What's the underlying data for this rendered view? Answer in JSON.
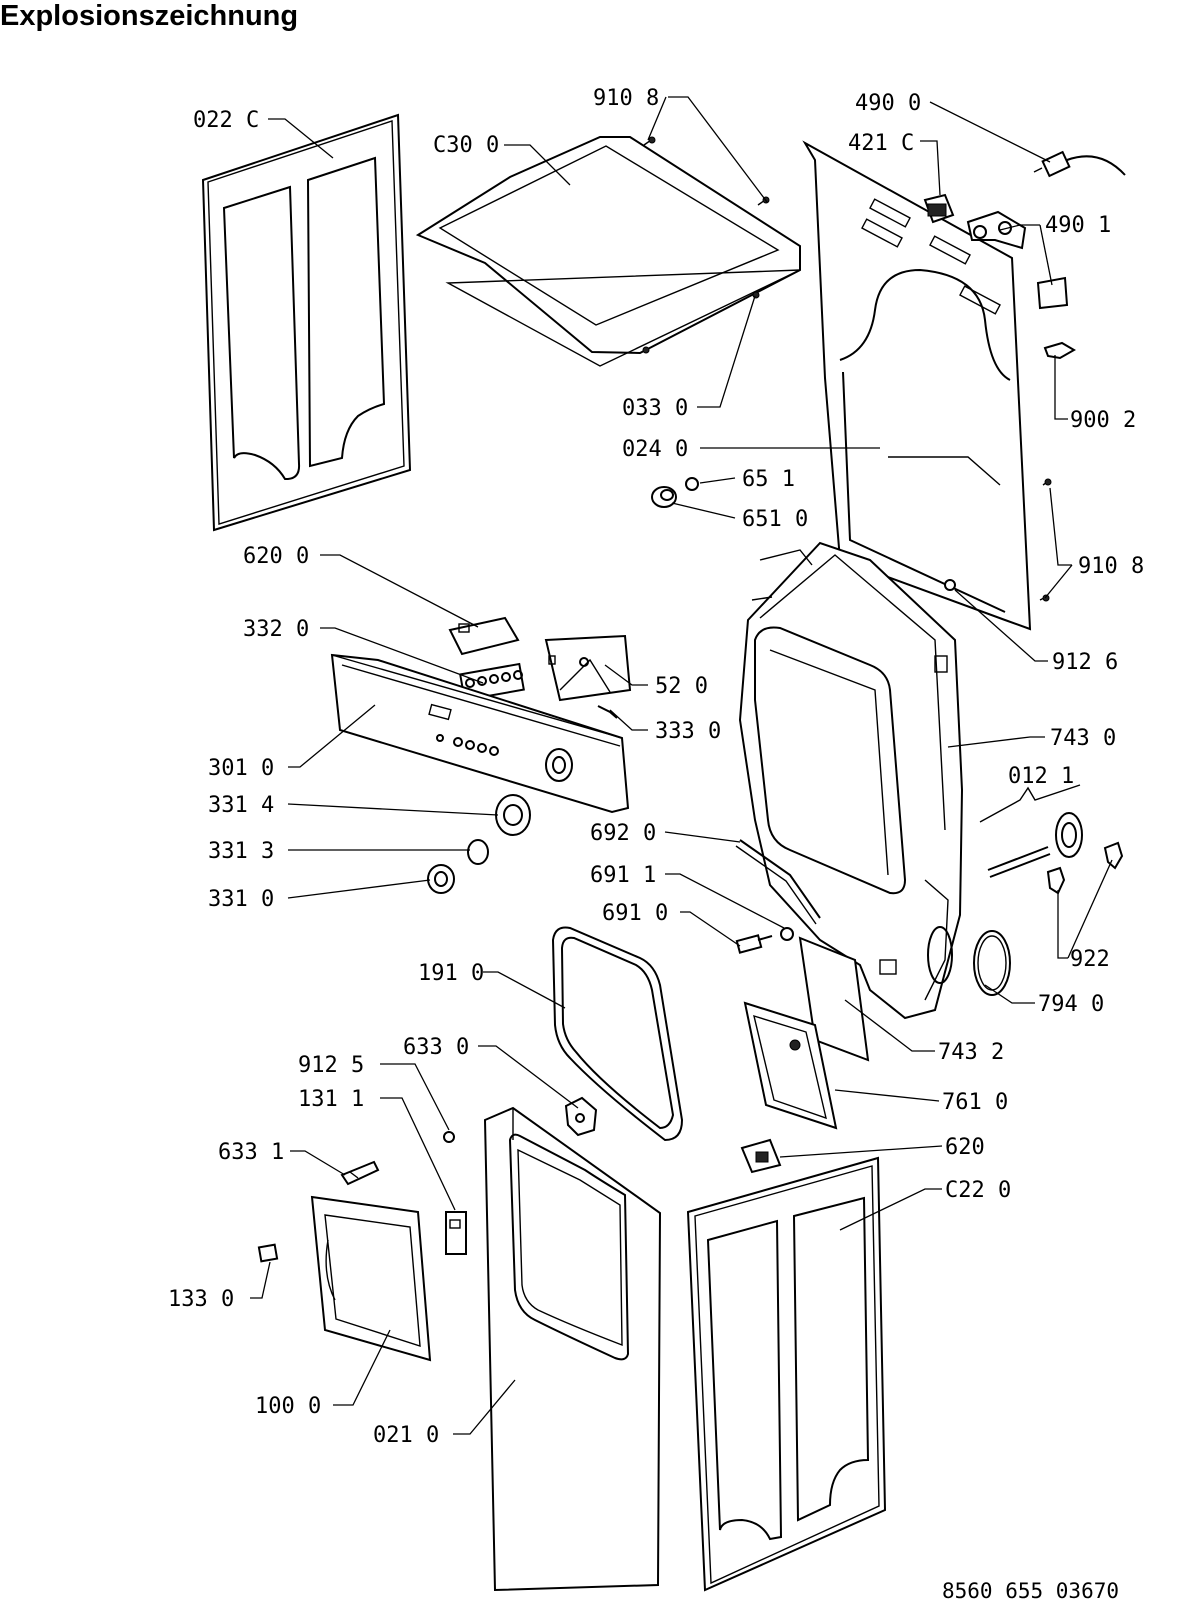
{
  "title": "Explosionszeichnung",
  "document_id": "8560 655 03670",
  "parts": [
    {
      "label": "022 C"
    },
    {
      "label": "910 8"
    },
    {
      "label": "C30 0"
    },
    {
      "label": "490 0"
    },
    {
      "label": "421 C"
    },
    {
      "label": "490 1"
    },
    {
      "label": "033 0"
    },
    {
      "label": "900 2"
    },
    {
      "label": "024 0"
    },
    {
      "label": "65 1"
    },
    {
      "label": "651 0"
    },
    {
      "label": "620 0"
    },
    {
      "label": "910 8"
    },
    {
      "label": "332 0"
    },
    {
      "label": "912 6"
    },
    {
      "label": "52 0"
    },
    {
      "label": "333 0"
    },
    {
      "label": "743 0"
    },
    {
      "label": "301 0"
    },
    {
      "label": "012 1"
    },
    {
      "label": "331 4"
    },
    {
      "label": "692 0"
    },
    {
      "label": "331 3"
    },
    {
      "label": "691 1"
    },
    {
      "label": "331 0"
    },
    {
      "label": "691 0"
    },
    {
      "label": "922"
    },
    {
      "label": "191 0"
    },
    {
      "label": "794 0"
    },
    {
      "label": "743 2"
    },
    {
      "label": "633 0"
    },
    {
      "label": "912 5"
    },
    {
      "label": "761 0"
    },
    {
      "label": "131 1"
    },
    {
      "label": "620"
    },
    {
      "label": "633 1"
    },
    {
      "label": "C22 0"
    },
    {
      "label": "133 0"
    },
    {
      "label": "100 0"
    },
    {
      "label": "021 0"
    }
  ]
}
